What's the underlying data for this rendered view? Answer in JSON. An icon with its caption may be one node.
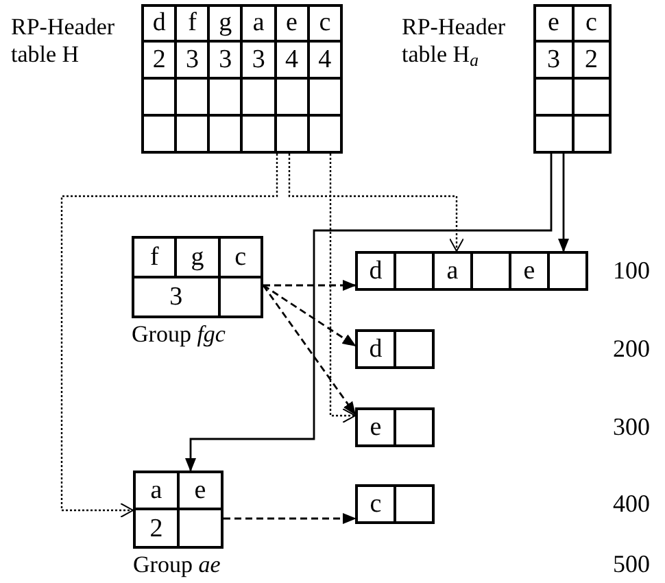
{
  "diagram": {
    "nodes": [
      {
        "text": [
          "RP-Header table H",
          "d",
          "f",
          "g",
          "a",
          "e",
          "c",
          "2",
          "3",
          "3",
          "3",
          "4",
          "4"
        ]
      },
      {
        "text": [
          "RP-Header table H$_{a}$",
          "e",
          "c",
          "3",
          "2"
        ]
      },
      {
        "text": [
          "f",
          "g",
          "c",
          "3",
          "Group *fgc*"
        ]
      },
      {
        "text": [
          "d",
          "a",
          "e"
        ]
      },
      {
        "text": [
          "d"
        ]
      },
      {
        "text": [
          "e"
        ]
      },
      {
        "text": [
          "a",
          "e",
          "2",
          "Group *ae*"
        ]
      },
      {
        "text": [
          "c"
        ]
      }
    ],
    "edges": [
      {
        "from": 0,
        "to": 6,
        "arrow": "to",
        "style": "dashed"
      },
      {
        "from": 0,
        "to": 3,
        "arrow": "to",
        "style": "dashed"
      },
      {
        "from": 0,
        "to": 5,
        "arrow": "to",
        "style": "dashed"
      },
      {
        "from": 2,
        "to": 3,
        "arrow": "to",
        "style": "dashed"
      },
      {
        "from": 2,
        "to": 4,
        "arrow": "to",
        "style": "dashed"
      },
      {
        "from": 2,
        "to": 5,
        "arrow": "to",
        "style": "dashed"
      },
      {
        "from": 1,
        "to": 3,
        "arrow": "to"
      },
      {
        "from": 1,
        "to": 6,
        "arrow": "to"
      },
      {
        "from": 6,
        "to": 7,
        "arrow": "to",
        "style": "dashed"
      }
    ],
    "labels": [
      "100",
      "200",
      "300",
      "400",
      "500"
    ]
  }
}
